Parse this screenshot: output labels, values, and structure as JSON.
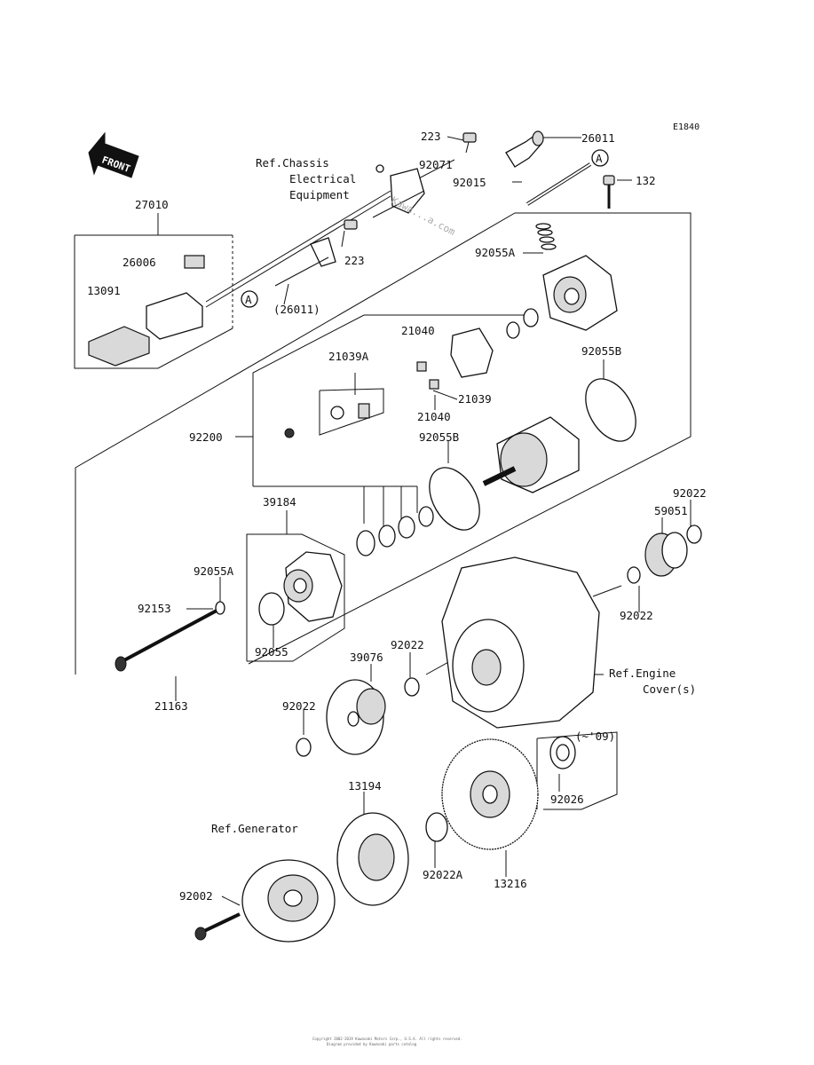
{
  "diagram_code": "E1840",
  "front_label": "FRONT",
  "ref_labels": {
    "chassis_line1": "Ref.Chassis",
    "chassis_line2": "Electrical",
    "chassis_line3": "Equipment",
    "engine_line1": "Ref.Engine",
    "engine_line2": "Cover(s)",
    "generator": "Ref.Generator"
  },
  "watermark": "Kawa...a.com",
  "note_year": "(~'09)",
  "callout_a": "A",
  "part_labels": [
    "223",
    "26011",
    "E1840",
    "92071",
    "92015",
    "132",
    "27010",
    "26006",
    "223",
    "13091",
    "(26011)",
    "92055A",
    "21040",
    "21039A",
    "92055B",
    "21039",
    "21040",
    "92200",
    "92055B",
    "39184",
    "92022",
    "59051",
    "92055A",
    "92153",
    "92055",
    "92022",
    "92022",
    "39076",
    "21163",
    "92022",
    "92026",
    "13194",
    "92022A",
    "13216",
    "92002"
  ],
  "footer_line1": "Copyright 2002-2019 Kawasaki Motors Corp., U.S.A. All rights reserved.",
  "footer_line2": "Diagram provided by Kawasaki parts catalog"
}
